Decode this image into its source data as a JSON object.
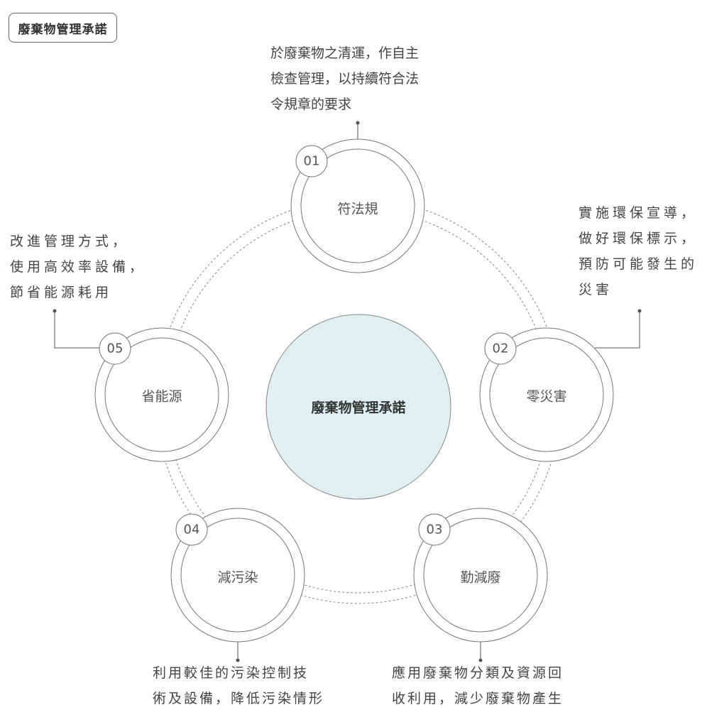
{
  "title": "廢棄物管理承諾",
  "center_label": "廢棄物管理承諾",
  "colors": {
    "center_fill": "#e0f0f0",
    "stroke": "#777777"
  },
  "nodes": [
    {
      "number": "01",
      "label": "符法規",
      "description": [
        "於廢棄物之清運，作自主",
        "檢查管理，以持續符合法",
        "令規章的要求"
      ]
    },
    {
      "number": "02",
      "label": "零災害",
      "description": [
        "實施環保宣導，",
        "做好環保標示，",
        "預防可能發生的",
        "災害"
      ]
    },
    {
      "number": "03",
      "label": "勤減廢",
      "description": [
        "應用廢棄物分類及資源回",
        "收利用，減少廢棄物產生"
      ]
    },
    {
      "number": "04",
      "label": "減污染",
      "description": [
        "利用較佳的污染控制技",
        "術及設備，降低污染情形"
      ]
    },
    {
      "number": "05",
      "label": "省能源",
      "description": [
        "改進管理方式，",
        "使用高效率設備，",
        "節省能源耗用"
      ]
    }
  ]
}
